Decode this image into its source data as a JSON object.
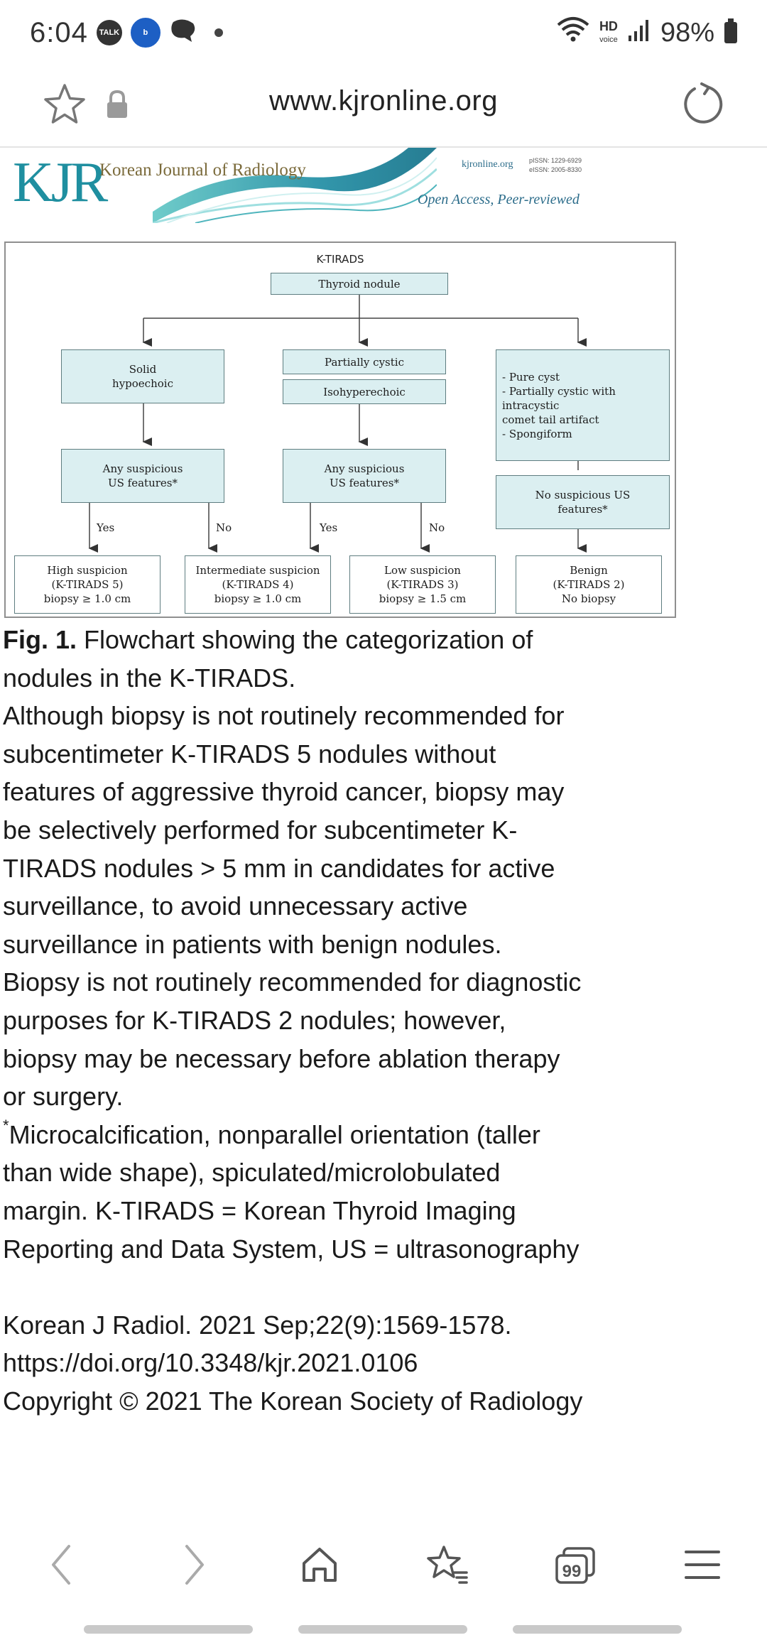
{
  "status_bar": {
    "time": "6:04",
    "notification_icons": [
      "talk-icon",
      "b-app-icon",
      "chat-bubble-icon"
    ],
    "hd_label": "HD",
    "voice_label": "voice",
    "battery": "98%"
  },
  "url_bar": {
    "url": "www.kjronline.org"
  },
  "banner": {
    "logo": "KJR",
    "journal_name": "Korean Journal of Radiology",
    "site": "kjronline.org",
    "pissn": "pISSN: 1229-6929",
    "eissn": "eISSN: 2005-8330",
    "tagline": "Open Access, Peer-reviewed"
  },
  "flowchart": {
    "title": "K-TIRADS",
    "nodes": {
      "root": "Thyroid nodule",
      "solid": "Solid\nhypoechoic",
      "partially_cystic": "Partially cystic",
      "isohyperechoic": "Isohyperechoic",
      "pure_cyst": "- Pure cyst\n- Partially cystic with intracystic\n  comet tail artifact\n- Spongiform",
      "suspicious_left": "Any suspicious\nUS features*",
      "suspicious_mid": "Any suspicious\nUS features*",
      "no_suspicious": "No suspicious US\nfeatures*",
      "high": "High suspicion\n(K-TIRADS 5)\nbiopsy ≥ 1.0 cm",
      "intermediate": "Intermediate suspicion\n(K-TIRADS 4)\nbiopsy ≥ 1.0 cm",
      "low": "Low suspicion\n(K-TIRADS 3)\nbiopsy ≥ 1.5 cm",
      "benign": "Benign\n(K-TIRADS 2)\nNo biopsy"
    },
    "edge_labels": {
      "yes_left": "Yes",
      "no_left": "No",
      "yes_mid": "Yes",
      "no_mid": "No"
    }
  },
  "article": {
    "caption_label": "Fig. 1.",
    "caption_text": " Flowchart showing the categorization of nodules in the K-TIRADS.",
    "body": "Although biopsy is not routinely recommended for subcentimeter K-TIRADS 5 nodules without features of aggressive thyroid cancer, biopsy may be selectively performed for subcentimeter K-TIRADS nodules > 5 mm in candidates for active surveillance, to avoid unnecessary active surveillance in patients with benign nodules. Biopsy is not routinely recommended for diagnostic purposes for K-TIRADS 2 nodules; however, biopsy may be necessary before ablation therapy or surgery.",
    "footnote_mark": "*",
    "footnote_text": "Microcalcification, nonparallel orientation (taller than wide shape), spiculated/microlobulated margin. K-TIRADS = Korean Thyroid Imaging Reporting and Data System, US = ultrasonography",
    "citation": "Korean J Radiol. 2021 Sep;22(9):1569-1578.",
    "doi": "https://doi.org/10.3348/kjr.2021.0106",
    "copyright": "Copyright © 2021 The Korean Society of Radiology"
  },
  "bottom_nav": {
    "tabs_count": "99",
    "buttons": [
      "back-icon",
      "forward-icon",
      "home-icon",
      "bookmarks-icon",
      "tabs-icon",
      "menu-icon"
    ]
  }
}
